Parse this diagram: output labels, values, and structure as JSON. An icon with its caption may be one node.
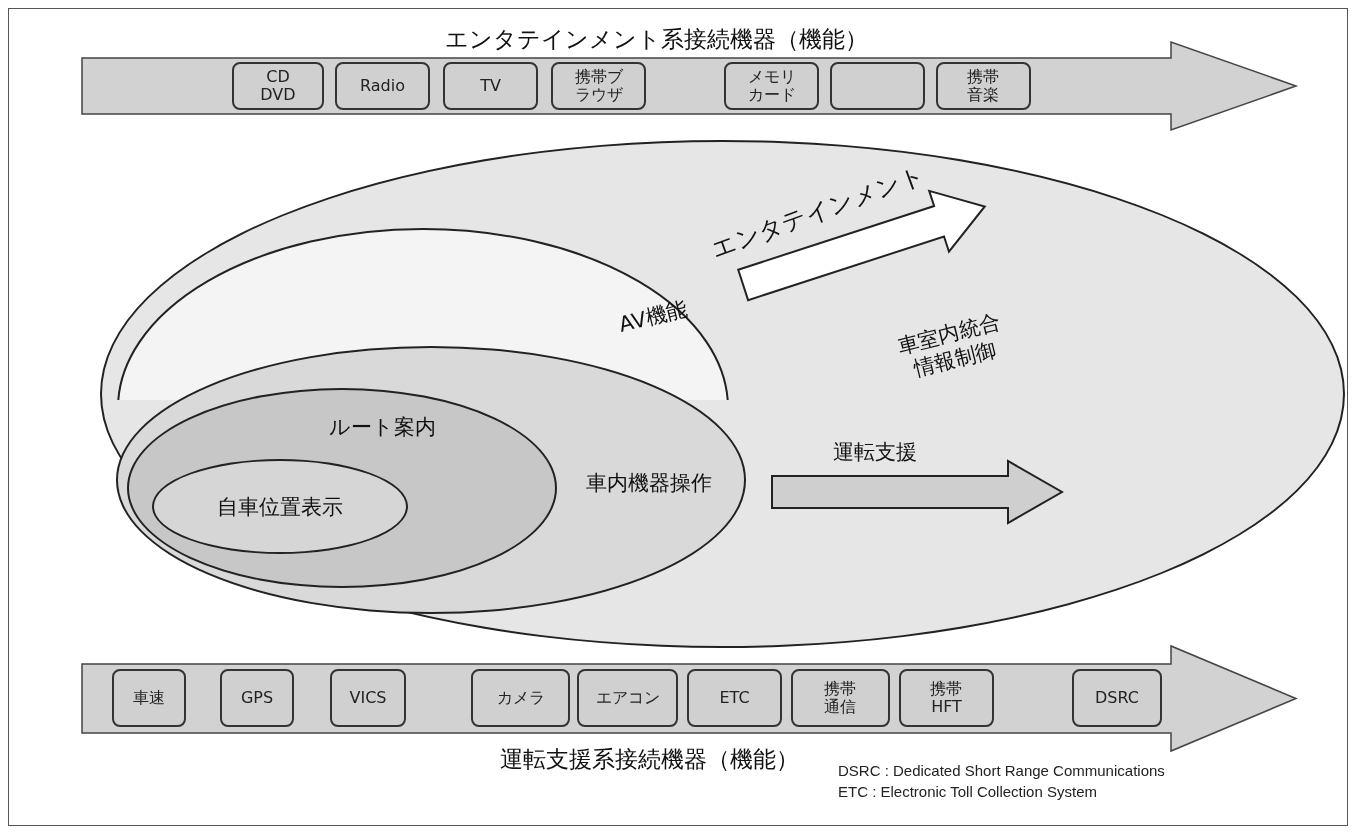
{
  "diagram": {
    "nodes": [
      {
        "text": [
          "エンタテインメント系接続機器（機能）"
        ]
      },
      {
        "text": [
          "CD DVD"
        ],
        "in": 0
      },
      {
        "text": [
          "Radio"
        ],
        "in": 0
      },
      {
        "text": [
          "TV"
        ],
        "in": 0
      },
      {
        "text": [
          "携帯ブラウザ"
        ],
        "in": 0
      },
      {
        "text": [
          "メモリカード"
        ],
        "in": 0
      },
      {
        "text": [],
        "shape": "box",
        "in": 0
      },
      {
        "text": [
          "携帯音楽"
        ],
        "in": 0
      },
      {
        "text": [
          "車室内統合情報制御"
        ]
      },
      {
        "text": [
          "AV機能"
        ],
        "in": 8
      },
      {
        "text": [
          "車内機器操作"
        ],
        "in": 8
      },
      {
        "text": [
          "ルート案内"
        ],
        "in": 10
      },
      {
        "text": [
          "自車位置表示"
        ],
        "in": 11
      },
      {
        "text": [
          "運転支援系接続機器（機能）"
        ]
      },
      {
        "text": [
          "車速"
        ],
        "in": 13
      },
      {
        "text": [
          "GPS"
        ],
        "in": 13
      },
      {
        "text": [
          "VICS"
        ],
        "in": 13
      },
      {
        "text": [
          "カメラ"
        ],
        "in": 13
      },
      {
        "text": [
          "エアコン"
        ],
        "in": 13
      },
      {
        "text": [
          "ETC"
        ],
        "in": 13
      },
      {
        "text": [
          "携帯通信"
        ],
        "in": 13
      },
      {
        "text": [
          "携帯HFT"
        ],
        "in": 13
      },
      {
        "text": [
          "DSRC"
        ],
        "in": 13
      }
    ],
    "labels": [
      "エンタテインメント",
      "運転支援",
      "DSRC : Dedicated Short Range Communications",
      "ETC : Electronic Toll Collection System"
    ]
  }
}
